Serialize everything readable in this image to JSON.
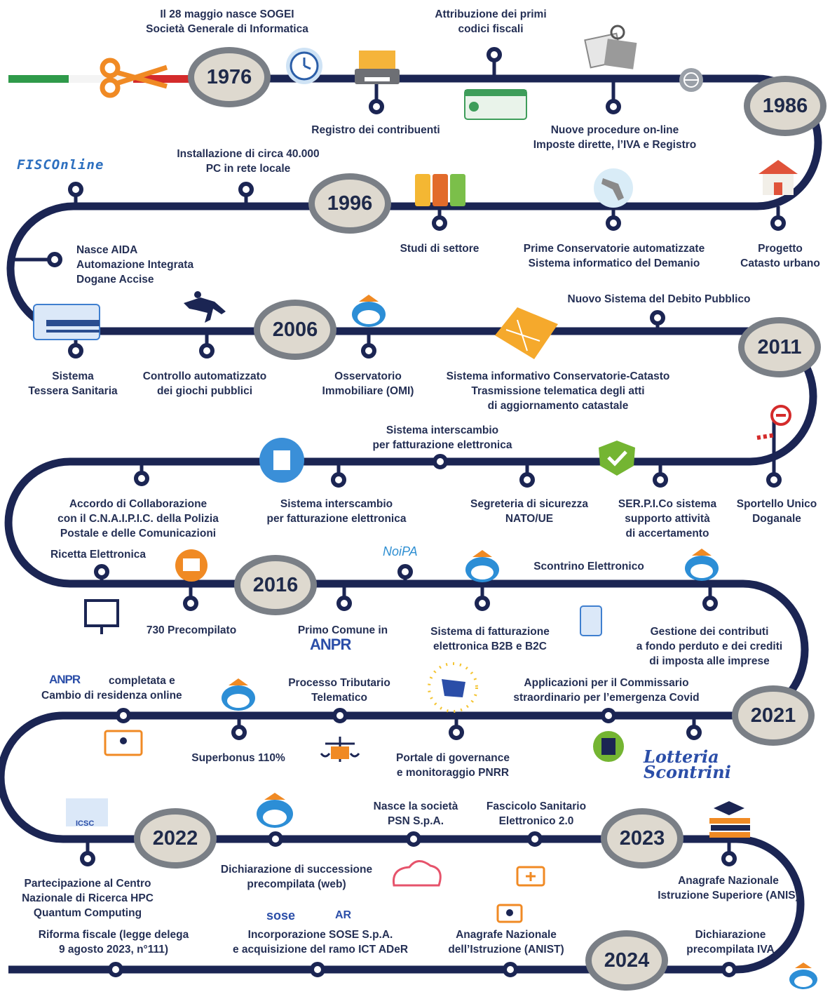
{
  "years": {
    "y1976": "1976",
    "y1986": "1986",
    "y1996": "1996",
    "y2006": "2006",
    "y2011": "2011",
    "y2016": "2016",
    "y2021": "2021",
    "y2022": "2022",
    "y2023": "2023",
    "y2024": "2024"
  },
  "milestones": {
    "sogei": [
      "Il 28 maggio nasce SOGEI",
      "Società Generale di Informatica"
    ],
    "codici": [
      "Attribuzione dei primi",
      "codici fiscali"
    ],
    "registro": [
      "Registro dei contribuenti"
    ],
    "procedure": [
      "Nuove procedure on-line",
      "Imposte dirette, l’IVA e Registro"
    ],
    "pc": [
      "Installazione di circa 40.000",
      "PC in rete locale"
    ],
    "aida": [
      "Nasce AIDA",
      "Automazione Integrata",
      "Dogane Accise"
    ],
    "studi": [
      "Studi di settore"
    ],
    "conservatorie": [
      "Prime Conservatorie automatizzate",
      "Sistema informatico del Demanio"
    ],
    "catasto": [
      "Progetto",
      "Catasto urbano"
    ],
    "debito": [
      "Nuovo Sistema del Debito Pubblico"
    ],
    "tessera": [
      "Sistema",
      "Tessera Sanitaria"
    ],
    "giochi": [
      "Controllo automatizzato",
      "dei giochi pubblici"
    ],
    "omi": [
      "Osservatorio",
      "Immobiliare (OMI)"
    ],
    "catasto2": [
      "Sistema informativo Conservatorie-Catasto",
      "Trasmissione telematica degli atti",
      "di aggiornamento catastale"
    ],
    "interscambio_top": [
      "Sistema interscambio",
      "per fatturazione elettronica"
    ],
    "accordo": [
      "Accordo di Collaborazione",
      "con il C.N.A.I.P.I.C. della Polizia",
      "Postale e delle Comunicazioni"
    ],
    "interscambio": [
      "Sistema interscambio",
      "per fatturazione elettronica"
    ],
    "nato": [
      "Segreteria di sicurezza",
      "NATO/UE"
    ],
    "serpico": [
      "SER.P.I.Co sistema",
      "supporto attività",
      "di accertamento"
    ],
    "sportello": [
      "Sportello Unico",
      "Doganale"
    ],
    "ricetta": [
      "Ricetta Elettronica"
    ],
    "scontrino": [
      "Scontrino Elettronico"
    ],
    "precompilato": [
      "730 Precompilato"
    ],
    "comune": [
      "Primo Comune in"
    ],
    "fatturazione": [
      "Sistema di fatturazione",
      "elettronica B2B e B2C"
    ],
    "contributi": [
      "Gestione dei contributi",
      "a fondo perduto e dei crediti",
      "di imposta alle imprese"
    ],
    "anpr_done": [
      "completata e",
      "Cambio di residenza online"
    ],
    "tributario": [
      "Processo Tributario",
      "Telematico"
    ],
    "covid": [
      "Applicazioni per il Commissario",
      "straordinario per l’emergenza Covid"
    ],
    "superbonus": [
      "Superbonus 110%"
    ],
    "pnrr": [
      "Portale di governance",
      "e monitoraggio PNRR"
    ],
    "psn": [
      "Nasce la società",
      "PSN S.p.A."
    ],
    "fse": [
      "Fascicolo Sanitario",
      "Elettronico 2.0"
    ],
    "hpc": [
      "Partecipazione al Centro",
      "Nazionale di Ricerca HPC",
      "Quantum Computing"
    ],
    "successione": [
      "Dichiarazione di successione",
      "precompilata (web)"
    ],
    "anis": [
      "Anagrafe Nazionale",
      "Istruzione Superiore (ANIS)"
    ],
    "riforma": [
      "Riforma fiscale (legge delega",
      "9 agosto 2023, n°111)"
    ],
    "sose": [
      "Incorporazione SOSE S.p.A.",
      "e acquisizione del ramo ICT ADeR"
    ],
    "anist": [
      "Anagrafe Nazionale",
      "dell’Istruzione (ANIST)"
    ],
    "iva": [
      "Dichiarazione",
      "precompilata IVA"
    ]
  },
  "brands": {
    "fisconline": "FISCOnline",
    "noipa": "NoiPA",
    "anpr": "ANPR",
    "anpr2": "ANPR",
    "lotteria": "Lotteria Scontrini",
    "icsc": "ICSC",
    "sose": "sose",
    "ader": "AR"
  },
  "colors": {
    "track": "#1b2553",
    "text": "#253055",
    "year_fill": "#ded9cf",
    "year_ring": "#7a7f86",
    "flag_green": "#2f9a4a",
    "flag_red": "#d42b2b",
    "accent_orange": "#f08a24"
  }
}
